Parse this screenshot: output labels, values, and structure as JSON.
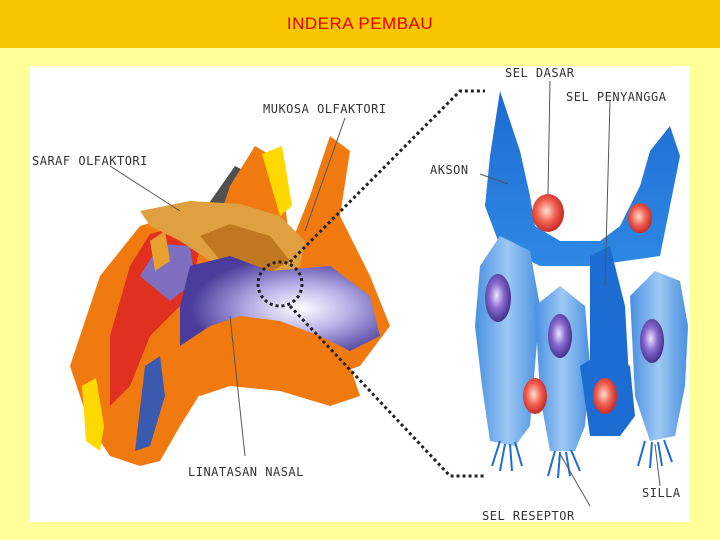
{
  "title": "INDERA  PEMBAU",
  "labels": {
    "sel_dasar": "SEL DASAR",
    "sel_penyangga": "SEL PENYANGGA",
    "mukosa_olfaktori": "MUKOSA OLFAKTORI",
    "saraf_olfaktori": "SARAF OLFAKTORI",
    "akson": "AKSON",
    "linatasan_nasal": "LINATASAN NASAL",
    "silla": "SILLA",
    "sel_reseptor": "SEL RESEPTOR"
  },
  "colors": {
    "header": "#f7c600",
    "title_text": "#e00000",
    "background": "#ffff99",
    "nasal_orange": "#f07a10",
    "nasal_red": "#e03020",
    "mucosa_purple": "#7f6fc0",
    "cell_blue": "#1a6fd0",
    "cell_light_blue": "#5aa0e8",
    "nucleus": "#5a4aa0",
    "nucleus_red": "#e04040"
  }
}
